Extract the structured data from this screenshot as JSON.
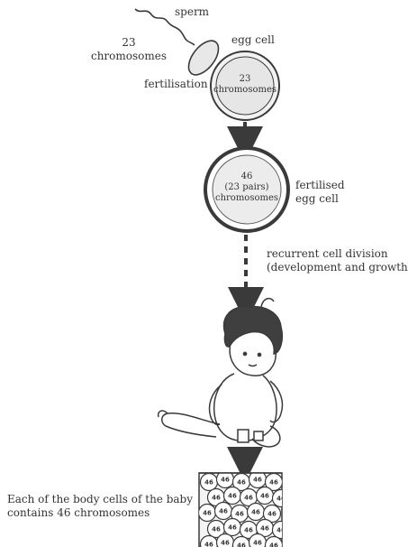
{
  "labels": {
    "sperm": "sperm",
    "sperm_chromosomes": [
      "23",
      "chromosomes"
    ],
    "egg_cell": "egg cell",
    "fertilisation": "fertilisation",
    "egg_chromosomes": [
      "23",
      "chromosomes"
    ],
    "zygote_chromosomes": [
      "46",
      "(23 pairs)",
      "chromosomes"
    ],
    "fertilised_egg_cell": [
      "fertilised",
      "egg cell"
    ],
    "cell_division": [
      "recurrent cell division",
      "(development and growth)"
    ],
    "body_cells_caption": [
      "Each of the body cells of the baby",
      "contains 46 chromosomes"
    ],
    "cell_count": "46"
  },
  "colors": {
    "line": "#3a3a3a",
    "egg_fill": "#d6d6d6",
    "cell_fill": "#ffffff"
  },
  "icons": {
    "sperm": "sperm-icon",
    "baby": "baby-illustration"
  }
}
